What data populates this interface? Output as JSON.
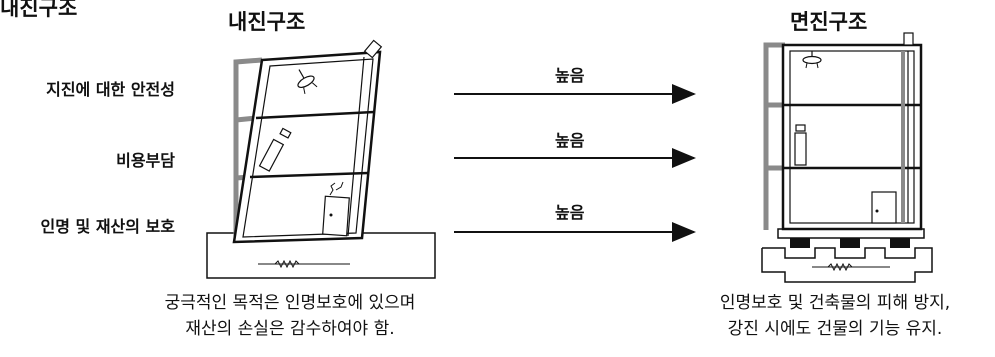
{
  "header": {
    "title": "내진구조"
  },
  "left": {
    "title": "내진구조",
    "caption_lines": [
      "궁극적인 목적은 인명보호에 있으며",
      "재산의 손실은 감수하여야 함."
    ]
  },
  "right": {
    "title": "면진구조",
    "caption_lines": [
      "인명보호 및 건축물의 피해 방지,",
      "강진 시에도 건물의 기능 유지."
    ]
  },
  "criteria": [
    {
      "label": "지진에 대한 안전성",
      "arrow_label": "높음"
    },
    {
      "label": "비용부담",
      "arrow_label": "높음"
    },
    {
      "label": "인명 및 재산의 보호",
      "arrow_label": "높음"
    }
  ],
  "colors": {
    "ink": "#111111",
    "frame_gray": "#8a8a8a",
    "pad": "#111111"
  }
}
